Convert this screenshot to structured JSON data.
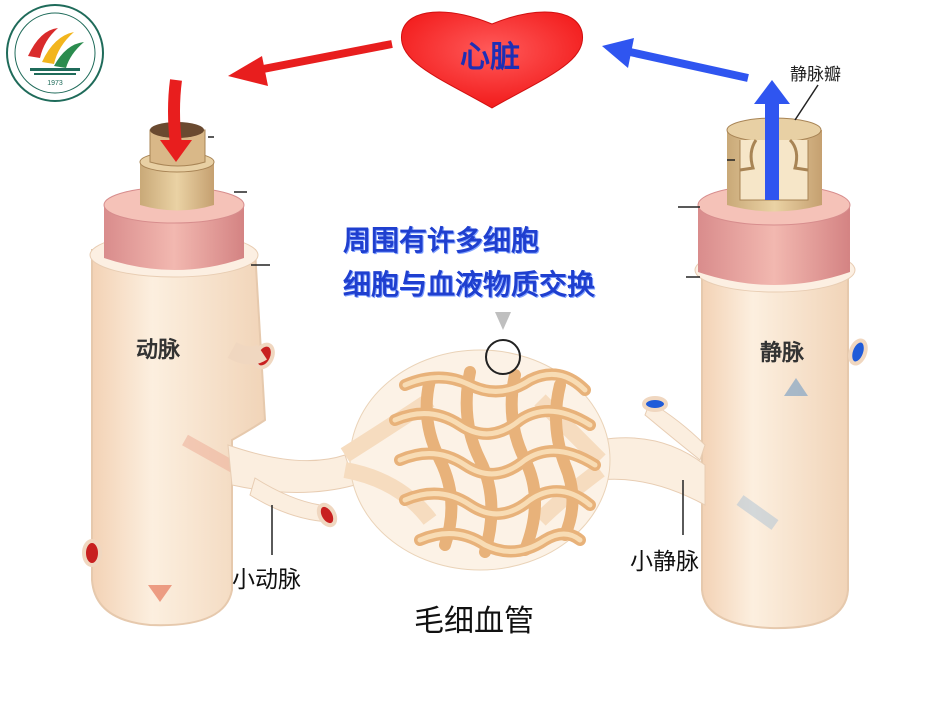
{
  "heart_label": "心脏",
  "valve_label": "静脉瓣",
  "exchange_note": {
    "line1": "周围有许多细胞",
    "line2": "细胞与血液物质交换"
  },
  "artery_label": "动脉",
  "vein_label": "静脉",
  "arteriole_label": "小动脉",
  "venule_label": "小静脉",
  "capillary_label": "毛细血管",
  "logo": {
    "year_text": "1973"
  },
  "colors": {
    "heart_fill": "#ff1f1f",
    "arrow_to_heart_red": "#e81e1e",
    "arrow_to_heart_blue": "#2f55f0",
    "vessel_tissue": "#fbe9d6",
    "capillary_mesh": "#f2c992",
    "label_blue": "#1f3fcf"
  }
}
